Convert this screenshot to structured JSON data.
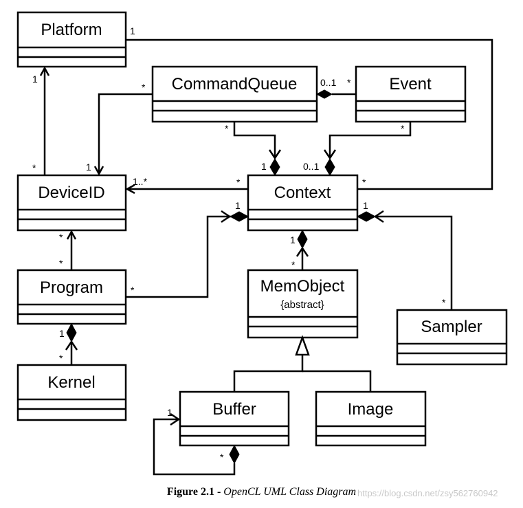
{
  "classes": {
    "platform": "Platform",
    "command_queue": "CommandQueue",
    "event": "Event",
    "device_id": "DeviceID",
    "context": "Context",
    "program": "Program",
    "mem_object": "MemObject",
    "mem_object_stereotype": "{abstract}",
    "sampler": "Sampler",
    "kernel": "Kernel",
    "buffer": "Buffer",
    "image": "Image"
  },
  "multiplicities": {
    "platform_context_platform_end": "1",
    "platform_context_context_end": "*",
    "platform_deviceid_platform_end": "1",
    "platform_deviceid_deviceid_end": "*",
    "cq_deviceid_cq_end": "*",
    "cq_deviceid_deviceid_end": "1",
    "cq_event_cq_end": "0..1",
    "cq_event_event_end": "*",
    "cq_context_cq_end": "*",
    "cq_context_context_end": "1",
    "event_context_event_end": "*",
    "event_context_context_end": "0..1",
    "context_deviceid_deviceid_end": "1..*",
    "context_deviceid_context_end": "*",
    "program_context_context_end": "1",
    "program_context_program_end": "*",
    "sampler_context_context_end": "1",
    "sampler_context_sampler_end": "*",
    "memobject_context_context_end": "1",
    "memobject_context_memobject_end": "*",
    "program_deviceid_deviceid_end": "*",
    "program_deviceid_program_end": "*",
    "kernel_program_program_end": "1",
    "kernel_program_kernel_end": "*",
    "buffer_self_start": "1",
    "buffer_self_end": "*"
  },
  "caption": {
    "figure_label": "Figure 2.1 -",
    "title": "OpenCL UML Class Diagram"
  },
  "watermark": "https://blog.csdn.net/zsy562760942"
}
